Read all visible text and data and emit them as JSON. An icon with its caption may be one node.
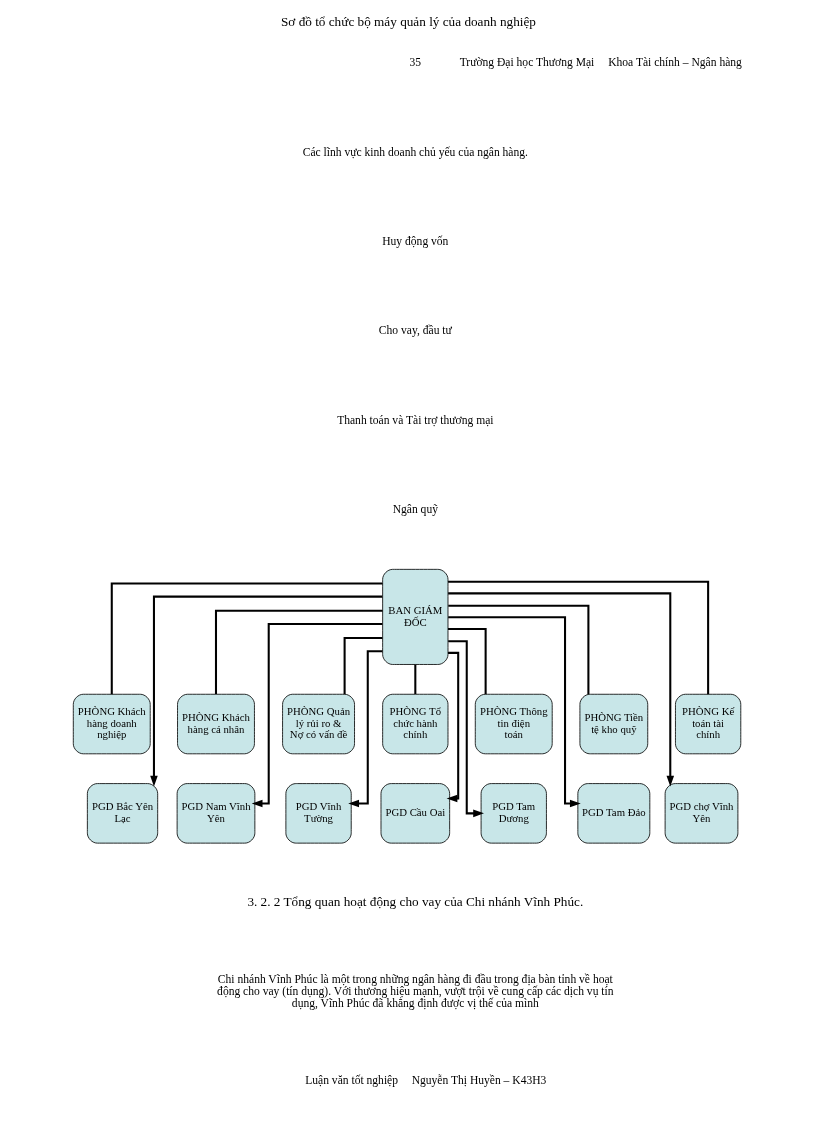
{
  "diagram": {
    "title": "Sơ đồ tổ chức bộ máy quản lý của doanh nghiệp",
    "nodes": [
      {
        "text": [
          "BAN GIÁM ĐỐC"
        ]
      },
      {
        "text": [
          "PHÒNG Khách hàng doanh nghiệp"
        ]
      },
      {
        "text": [
          "PHÒNG Khách hàng cá nhân"
        ]
      },
      {
        "text": [
          "PHÒNG Quản lý rủi ro & Nợ có vấn đề"
        ]
      },
      {
        "text": [
          "PHÒNG Tổ chức hành chính"
        ]
      },
      {
        "text": [
          "PHÒNG Thông tin điện toán"
        ]
      },
      {
        "text": [
          "PHÒNG Tiền tệ kho quỹ"
        ]
      },
      {
        "text": [
          "PHÒNG Kế toán tài chính"
        ]
      },
      {
        "text": [
          "PGD Bắc Yên Lạc"
        ]
      },
      {
        "text": [
          "PGD Nam Vĩnh Yên"
        ]
      },
      {
        "text": [
          "PGD Vĩnh Tường"
        ]
      },
      {
        "text": [
          "PGD Cầu Oai"
        ]
      },
      {
        "text": [
          "PGD Tam Dương"
        ]
      },
      {
        "text": [
          "PGD Tam Đảo"
        ]
      },
      {
        "text": [
          "PGD chợ Vĩnh Yên"
        ]
      }
    ],
    "edges": [
      {
        "from": 0,
        "to": 1,
        "arrow": "none"
      },
      {
        "from": 0,
        "to": 2,
        "arrow": "none"
      },
      {
        "from": 0,
        "to": 3,
        "arrow": "none"
      },
      {
        "from": 0,
        "to": 4,
        "arrow": "none"
      },
      {
        "from": 0,
        "to": 5,
        "arrow": "none"
      },
      {
        "from": 0,
        "to": 6,
        "arrow": "none"
      },
      {
        "from": 0,
        "to": 7,
        "arrow": "none"
      },
      {
        "from": 0,
        "to": 8,
        "arrow": "to"
      },
      {
        "from": 0,
        "to": 9,
        "arrow": "to"
      },
      {
        "from": 0,
        "to": 10,
        "arrow": "to"
      },
      {
        "from": 0,
        "to": 11,
        "arrow": "to"
      },
      {
        "from": 0,
        "to": 12,
        "arrow": "to"
      },
      {
        "from": 0,
        "to": 13,
        "arrow": "to"
      },
      {
        "from": 0,
        "to": 14,
        "arrow": "to"
      }
    ],
    "labels": [
      "Trường Đại học Thương Mại",
      "35",
      "Khoa Tài chính – Ngân hàng",
      "Các lĩnh vực kinh doanh chủ yếu của ngân hàng.",
      "Huy động vốn",
      "Cho vay, đầu tư",
      "Thanh toán và Tài trợ thương mại",
      "Ngân quỹ",
      "3. 2. 2 Tổng quan hoạt động cho vay của Chi nhánh Vĩnh Phúc.",
      "Chi nhánh Vĩnh Phúc là một trong những ngân hàng đi đầu trong địa bàn tỉnh về hoạt động cho vay (tín dụng). Với thương hiệu mạnh, vượt trội về cung cấp các dịch vụ tín dụng, Vĩnh Phúc đã khẳng định được vị thế của mình",
      "Luận văn tốt nghiệp",
      "Nguyễn Thị Huyền – K43H3"
    ]
  }
}
